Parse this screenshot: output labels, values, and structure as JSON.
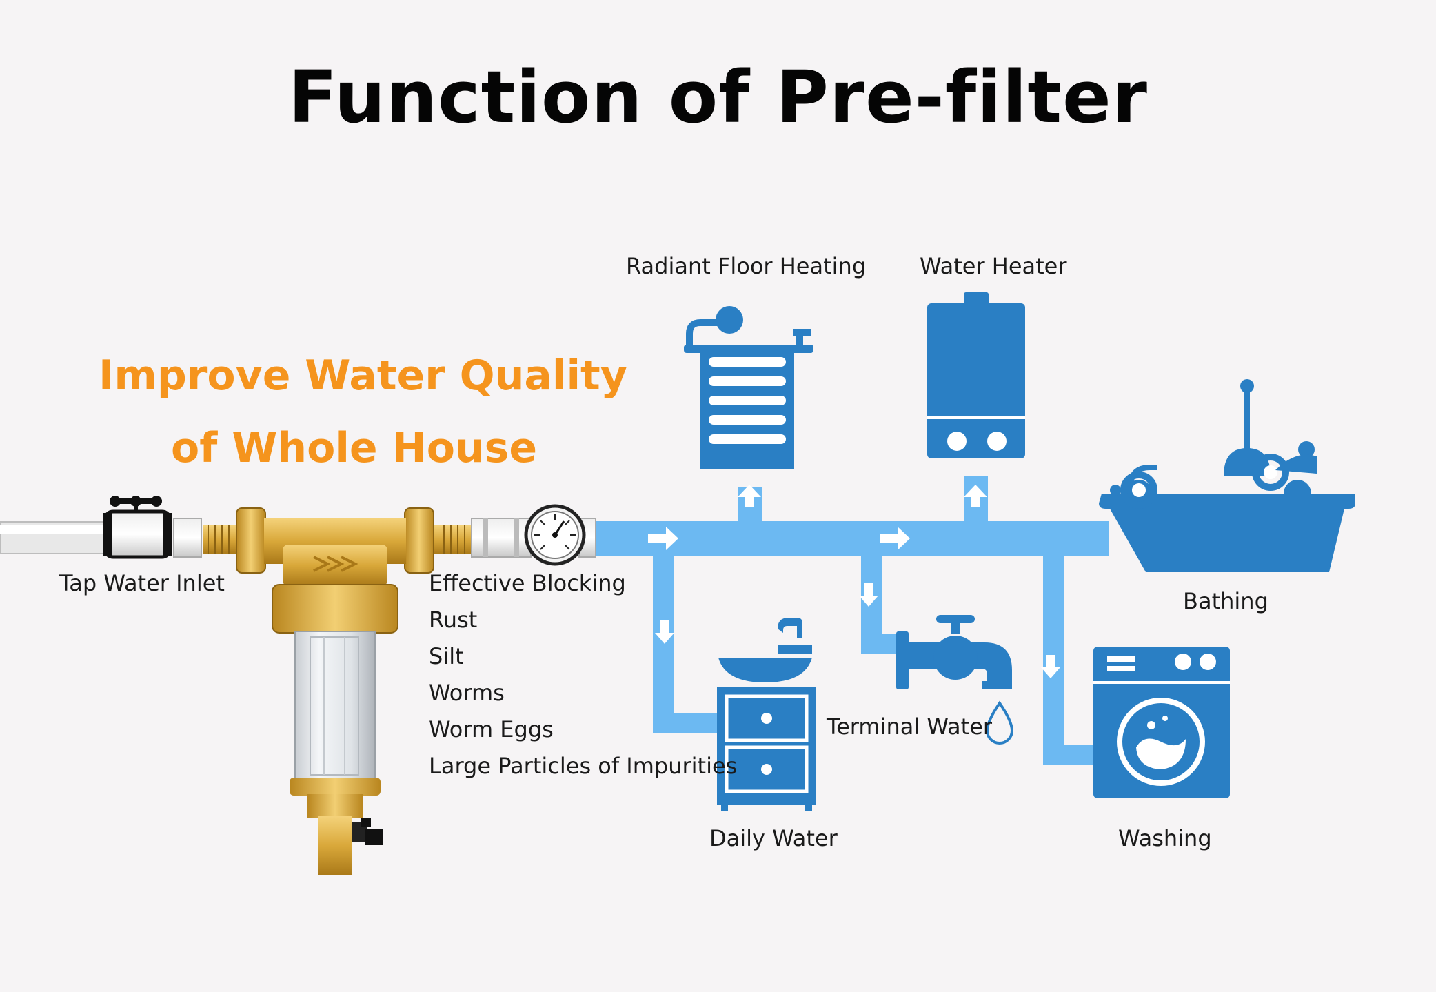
{
  "title": "Function of Pre-filter",
  "headline": {
    "line1": "Improve Water Quality",
    "line2": "of Whole House"
  },
  "labels": {
    "tap_water_inlet": "Tap Water Inlet",
    "radiant_floor_heating": "Radiant Floor Heating",
    "water_heater": "Water Heater",
    "bathing": "Bathing",
    "terminal_water": "Terminal Water",
    "daily_water": "Daily Water",
    "washing": "Washing"
  },
  "blocking": {
    "heading": "Effective Blocking",
    "items": [
      "Rust",
      "Silt",
      "Worms",
      "Worm Eggs",
      "Large Particles of Impurities"
    ]
  },
  "colors": {
    "pipe": "#6cb9f2",
    "appliance": "#2a7fc4",
    "headline": "#f5941d",
    "brass": "#d9a83a"
  }
}
